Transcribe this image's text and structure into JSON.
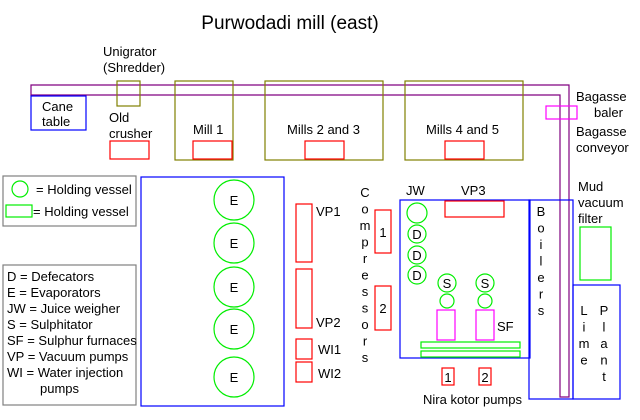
{
  "title": "Purwodadi mill (east)",
  "labels": {
    "unigrator_line1": "Unigrator",
    "unigrator_line2": "(Shredder)",
    "cane_line1": "Cane",
    "cane_line2": "table",
    "old_line1": "Old",
    "old_line2": "crusher",
    "mill1": "Mill 1",
    "mills23": "Mills 2 and 3",
    "mills45": "Mills 4 and 5",
    "baler_line1": "Bagasse",
    "baler_line2": "baler",
    "conveyor_line1": "Bagasse",
    "conveyor_line2": "conveyor",
    "mud_line1": "Mud",
    "mud_line2": "vacuum",
    "mud_line3": "filter",
    "jw": "JW",
    "vp3": "VP3",
    "vp1": "VP1",
    "vp2": "VP2",
    "wi1": "WI1",
    "wi2": "WI2",
    "sf": "SF",
    "compressor1": "1",
    "compressor2": "2",
    "nira1": "1",
    "nira2": "2",
    "nira_caption": "Nira kotor pumps",
    "evaporator": "E",
    "defecator": "D",
    "sulphitator": "S"
  },
  "vertical_labels": {
    "compressors": [
      "C",
      "o",
      "m",
      "p",
      "r",
      "e",
      "s",
      "s",
      "o",
      "r",
      "s"
    ],
    "boilers": [
      "B",
      "o",
      "i",
      "l",
      "e",
      "r",
      "s"
    ],
    "lime": [
      "L",
      "i",
      "m",
      "e"
    ],
    "plant": [
      "P",
      "l",
      "a",
      "n",
      "t"
    ]
  },
  "legend_shapes": {
    "circle": "= Holding vessel",
    "rect": "= Holding vessel"
  },
  "legend_abbrev": [
    "D = Defecators",
    "E = Evaporators",
    "JW = Juice weigher",
    "S = Sulphitator",
    "SF = Sulphur furnaces",
    "VP = Vacuum pumps",
    "WI = Water injection",
    "        pumps"
  ]
}
